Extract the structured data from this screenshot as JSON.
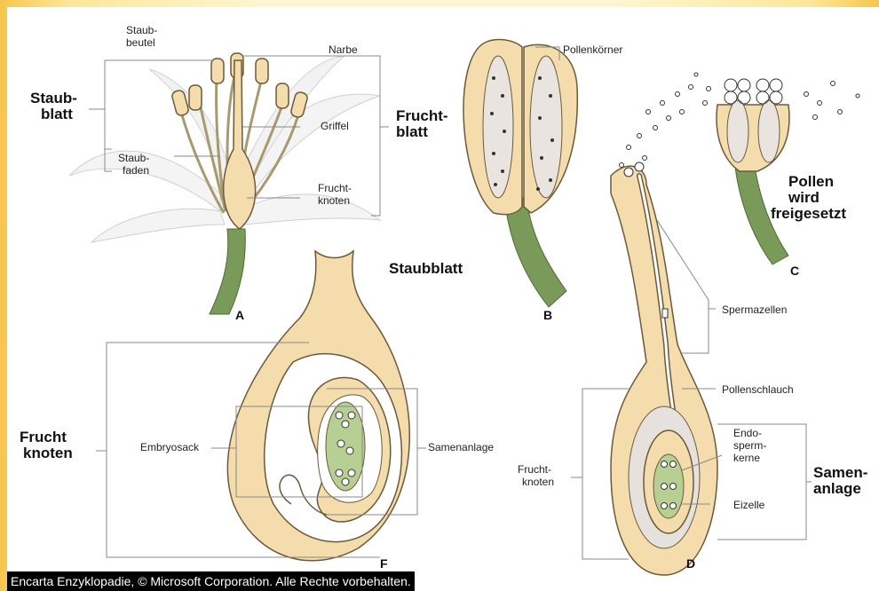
{
  "colors": {
    "tissue": "#f4dcad",
    "outline": "#6b5a3a",
    "stem": "#7a9a5a",
    "ovule_green": "#b7cf93",
    "frame": "#f7c54a"
  },
  "labels": {
    "staubbeutel": "Staub-\nbeutel",
    "staubblatt_a": "Staub-\nblatt",
    "staubfaden": "Staub-\nfaden",
    "narbe": "Narbe",
    "griffel": "Griffel",
    "fruchtknoten_a": "Frucht-\nknoten",
    "fruchtblatt": "Frucht-\nblatt",
    "pollenkoerner": "Pollenkörner",
    "staubblatt_b": "Staubblatt",
    "pollen_freigesetzt": "Pollen\nwird\nfreigesetzt",
    "spermazellen": "Spermazellen",
    "pollenschlauch": "Pollenschlauch",
    "endospermkerne": "Endo-\nsperm-\nkerne",
    "eizelle": "Eizelle",
    "samenanlage_d": "Samen-\nanlage",
    "fruchtknoten_d": "Frucht-\nknoten",
    "embryosack": "Embryosack",
    "samenanlage_f": "Samenanlage",
    "fruchtknoten_f": "Frucht\nknoten"
  },
  "panels": {
    "a": "A",
    "b": "B",
    "c": "C",
    "d": "D",
    "f": "F"
  },
  "copyright": "Encarta Enzyklopadie, © Microsoft Corporation. Alle Rechte vorbehalten."
}
